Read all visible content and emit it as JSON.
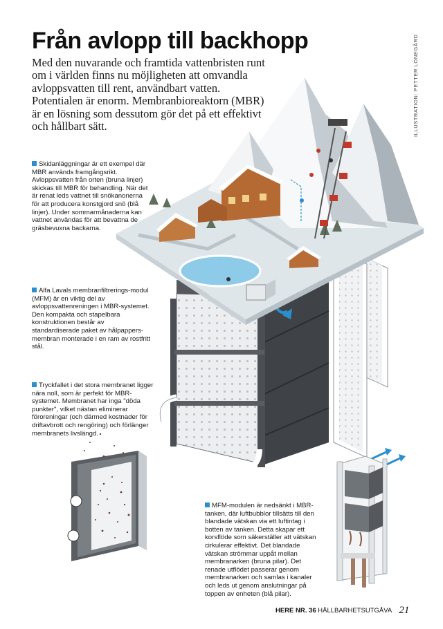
{
  "article": {
    "title": "Från avlopp till backhopp",
    "lead": "Med den nuvarande och framtida vattenbristen runt om i världen finns nu möjligheten att omvandla avloppsvatten till rent, användbart vatten. Potentialen är enorm. Membranbioreaktorn (MBR) är en lösning som dessutom gör det på ett effektivt och hållbart sätt.",
    "credit": "ILLUSTRATION: PETTER LÖNEGÅRD"
  },
  "captions": [
    {
      "text": "Skidanläggningar är ett exempel där MBR används framgångsrikt. Avloppsvatten från orten (bruna linjer) skickas till MBR för behandling. När det är renat leds vattnet till snökanonerna för att producera konstgjord snö (blå linjer). Under sommarmånaderna kan vattnet användas för att bevattna de gräsbevuxna backarna."
    },
    {
      "text": "Alfa Lavals membranfiltrerings-modul (MFM) är en viktig del av avloppsvattenreningen i MBR-systemet. Den kompakta och stapelbara konstruktionen består av standardiserade paket av hålpappers-membran monterade i en ram av rostfritt stål."
    },
    {
      "text": "Tryckfallet i det stora membranet ligger nära noll, som är perfekt för MBR-systemet. Membranet har inga \"döda punkter\", vilket nästan eliminerar föroreningar (och därmed kostnader för driftavbrott och rengöring) och förlänger membranets livslängd."
    },
    {
      "text": "MFM-modulen är nedsänkt i MBR-tanken, där luftbubblor tillsätts till den blandade vätskan via ett luftintag i botten av tanken. Detta skapar ett korsflöde som säkerställer att vätskan cirkulerar effektivt. Det blandade vätskan strömmar uppåt mellan membranarken (bruna pilar). Det renade utflödet passerar genom membranarken och samlas i kanaler och leds ut genom anslutningar på toppen av enheten (blå pilar)."
    }
  ],
  "footer": {
    "magazine": "HERE NR. 36",
    "edition": "HÅLLBARHETSUTGÅVA",
    "page": "21"
  },
  "colors": {
    "accent": "#2b8fcf",
    "module_dark": "#4a4e52",
    "panel": "#e9ebed",
    "snow": "#f4f6f8",
    "mountain": "#9aa6ad",
    "water": "#8ecbe8"
  },
  "icons": [
    "ski-resort-illustration",
    "membrane-module-illustration",
    "membrane-sheet-illustration",
    "module-frame-illustration"
  ]
}
